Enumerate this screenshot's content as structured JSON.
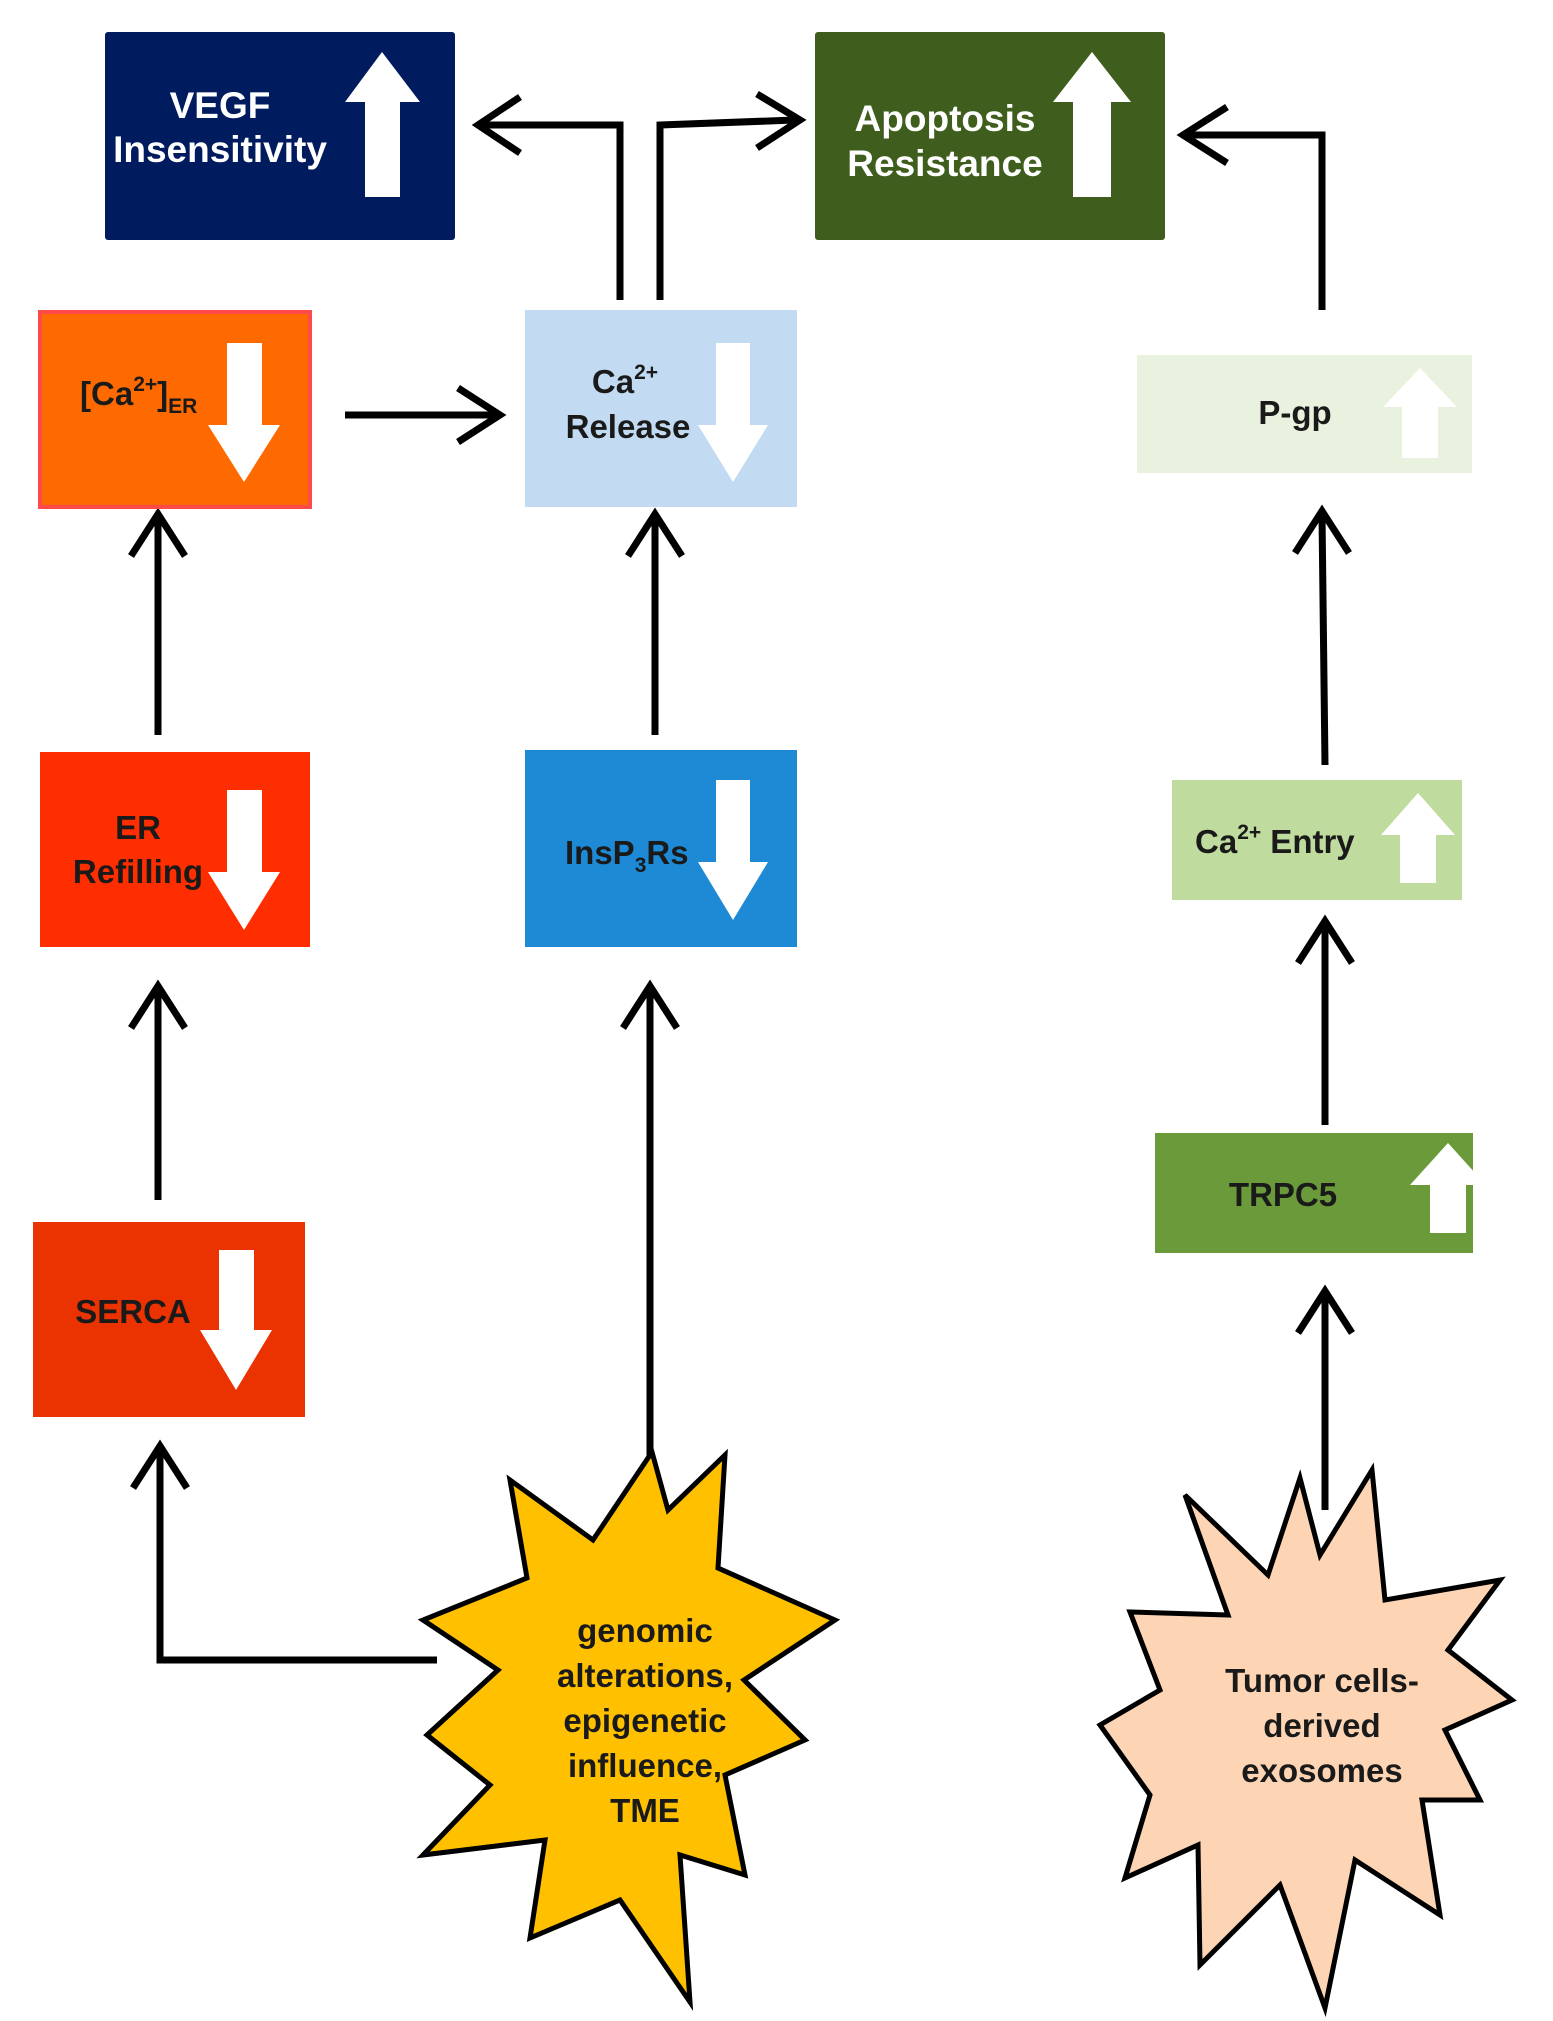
{
  "diagram": {
    "nodes": {
      "vegf": {
        "line1": "VEGF",
        "line2": "Insensitivity",
        "fill": "#001b5e",
        "text_color": "#ffffff",
        "arrow": "up"
      },
      "apoptosis": {
        "line1": "Apoptosis",
        "line2": "Resistance",
        "fill": "#3f5e1e",
        "text_color": "#ffffff",
        "arrow": "up"
      },
      "ca_er": {
        "main": "[Ca",
        "sup": "2+",
        "close": "]",
        "sub": "ER",
        "fill": "#ff6a00",
        "border": "#ff4a4a",
        "text_color": "#1a1a1a",
        "arrow": "down"
      },
      "ca_release": {
        "main": "Ca",
        "sup": "2+",
        "line2": "Release",
        "fill": "#c2dbf2",
        "text_color": "#1a1a1a",
        "arrow": "down"
      },
      "pgp": {
        "label": "P-gp",
        "fill": "#e8f2de",
        "text_color": "#1a1a1a",
        "arrow": "up"
      },
      "er_refilling": {
        "line1": "ER",
        "line2": "Refilling",
        "fill": "#ff2e00",
        "text_color": "#1a1a1a",
        "arrow": "down"
      },
      "insp3rs": {
        "pre": "InsP",
        "sub": "3",
        "post": "Rs",
        "fill": "#1e8ad6",
        "text_color": "#1a1a1a",
        "arrow": "down"
      },
      "ca_entry": {
        "main": "Ca",
        "sup": "2+",
        "post": " Entry",
        "fill": "#bfdb9e",
        "text_color": "#1a1a1a",
        "arrow": "up"
      },
      "trpc5": {
        "label": "TRPC5",
        "fill": "#6a9a3a",
        "text_color": "#1a1a1a",
        "arrow": "up"
      },
      "serca": {
        "label": "SERCA",
        "fill": "#ea3300",
        "text_color": "#1a1a1a",
        "arrow": "down"
      },
      "genomic": {
        "lines": [
          "genomic",
          "alterations,",
          "epigenetic",
          "influence,",
          "TME"
        ],
        "fill": "#ffc000",
        "text_color": "#1a1a1a"
      },
      "exosomes": {
        "lines": [
          "Tumor cells-",
          "derived",
          "exosomes"
        ],
        "fill": "#fdd5b5",
        "text_color": "#1a1a1a"
      }
    },
    "colors": {
      "connector": "#000000",
      "indicator_arrow": "#ffffff"
    }
  }
}
